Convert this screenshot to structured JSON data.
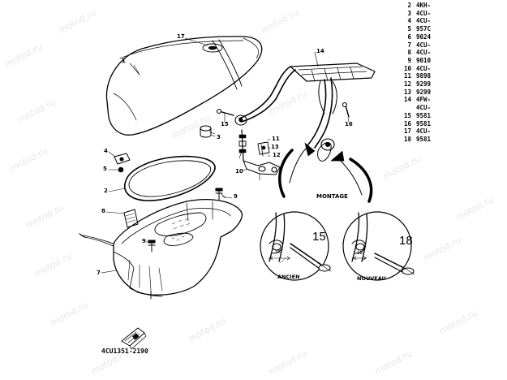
{
  "watermark": "motod.ru",
  "callouts": [
    "1",
    "2",
    "3",
    "4",
    "5",
    "7",
    "8",
    "9",
    "9",
    "10",
    "11",
    "12",
    "13",
    "14",
    "15",
    "16",
    "17"
  ],
  "part_list": [
    {
      "num": "2",
      "code": "4KH-"
    },
    {
      "num": "3",
      "code": "4CU-"
    },
    {
      "num": "4",
      "code": "4CU-"
    },
    {
      "num": "5",
      "code": "957C"
    },
    {
      "num": "6",
      "code": "9024"
    },
    {
      "num": "7",
      "code": "4CU-"
    },
    {
      "num": "8",
      "code": "4CU-"
    },
    {
      "num": "9",
      "code": "9010"
    },
    {
      "num": "10",
      "code": "4CU-"
    },
    {
      "num": "11",
      "code": "9898"
    },
    {
      "num": "12",
      "code": "9299"
    },
    {
      "num": "13",
      "code": "9299"
    },
    {
      "num": "14",
      "code": "4FW-"
    },
    {
      "num": "",
      "code": "4CU-"
    },
    {
      "num": "15",
      "code": "9581"
    },
    {
      "num": "16",
      "code": "9581"
    },
    {
      "num": "17",
      "code": "4CU-"
    },
    {
      "num": "18",
      "code": "9581"
    }
  ],
  "labels": {
    "montage": "MONTAGE",
    "ancien": "ANCIEN",
    "nouveau": "NOUVEAU",
    "detail_left_num": "15",
    "detail_right_num": "18",
    "dim_left": "33",
    "dim_right": "18",
    "drawing_code": "4CU1351-2190"
  }
}
